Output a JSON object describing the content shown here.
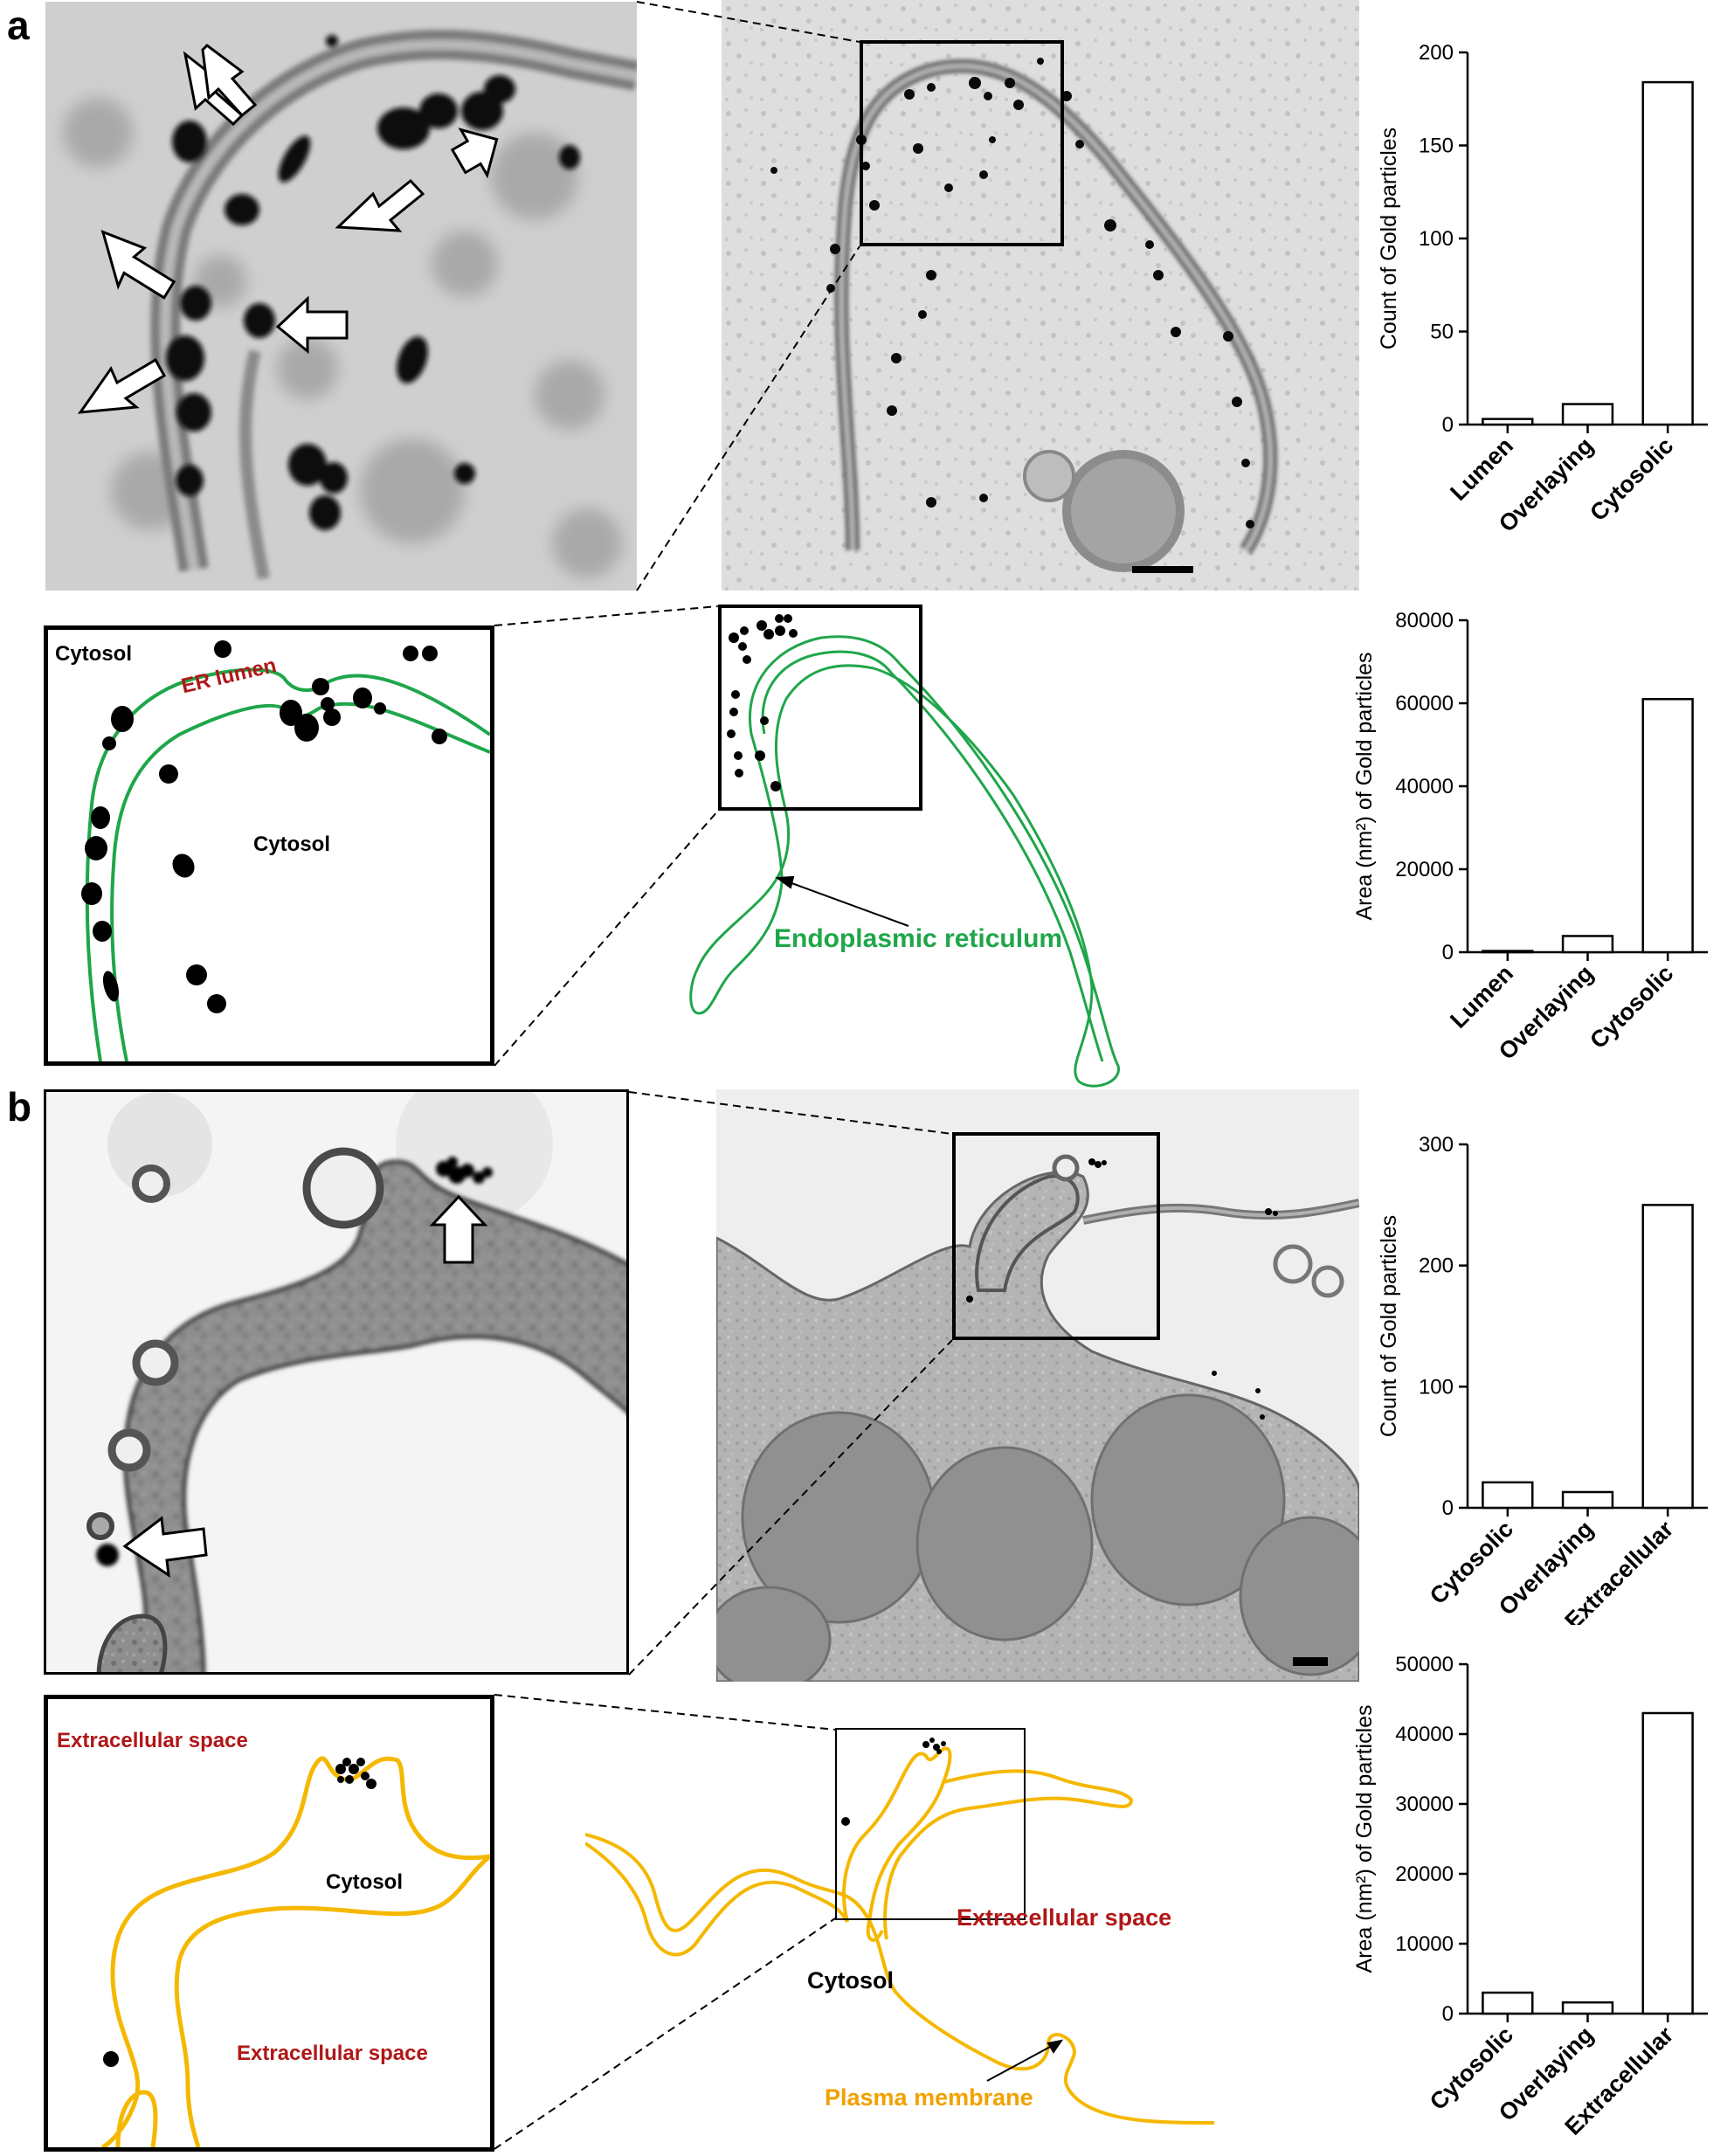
{
  "panels": {
    "a": {
      "letter": "a",
      "schematic_labels": {
        "cytosol_top": "Cytosol",
        "er_lumen": "ER lumen",
        "cytosol_center": "Cytosol",
        "er": "Endoplasmic reticulum"
      }
    },
    "b": {
      "letter": "b",
      "schematic_labels": {
        "extracellular_top": "Extracellular space",
        "cytosol_inset": "Cytosol",
        "extracellular_bottom": "Extracellular space",
        "extracellular_right": "Extracellular space",
        "cytosol_main": "Cytosol",
        "plasma_membrane": "Plasma membrane"
      }
    }
  },
  "colors": {
    "er_green": "#1fa64a",
    "pm_orange": "#f5b800",
    "label_red": "#b01717",
    "particle": "#000000"
  },
  "chart_data": [
    {
      "id": "a-count",
      "type": "bar",
      "categories": [
        "Lumen",
        "Overlaying",
        "Cytosolic"
      ],
      "values": [
        3,
        11,
        184
      ],
      "ylabel": "Count of Gold particles",
      "ylim": [
        0,
        200
      ],
      "yticks": [
        "0",
        "50",
        "100",
        "150",
        "200"
      ],
      "ytick_values": [
        0,
        50,
        100,
        150,
        200
      ]
    },
    {
      "id": "a-area",
      "type": "bar",
      "categories": [
        "Lumen",
        "Overlaying",
        "Cytosolic"
      ],
      "values": [
        300,
        3900,
        61000
      ],
      "ylabel": "Area (nm²) of Gold particles",
      "ylim": [
        0,
        80000
      ],
      "yticks": [
        "0",
        "20000",
        "40000",
        "60000",
        "80000"
      ],
      "ytick_values": [
        0,
        20000,
        40000,
        60000,
        80000
      ]
    },
    {
      "id": "b-count",
      "type": "bar",
      "categories": [
        "Cytosolic",
        "Overlaying",
        "Extracellular"
      ],
      "values": [
        21,
        13,
        250
      ],
      "ylabel": "Count of Gold particles",
      "ylim": [
        0,
        300
      ],
      "yticks": [
        "0",
        "100",
        "200",
        "300"
      ],
      "ytick_values": [
        0,
        100,
        200,
        300
      ]
    },
    {
      "id": "b-area",
      "type": "bar",
      "categories": [
        "Cytosolic",
        "Overlaying",
        "Extracellular"
      ],
      "values": [
        3000,
        1600,
        43000
      ],
      "ylabel": "Area (nm²) of Gold particles",
      "ylim": [
        0,
        50000
      ],
      "yticks": [
        "0",
        "10000",
        "20000",
        "30000",
        "40000",
        "50000"
      ],
      "ytick_values": [
        0,
        10000,
        20000,
        30000,
        40000,
        50000
      ]
    }
  ]
}
